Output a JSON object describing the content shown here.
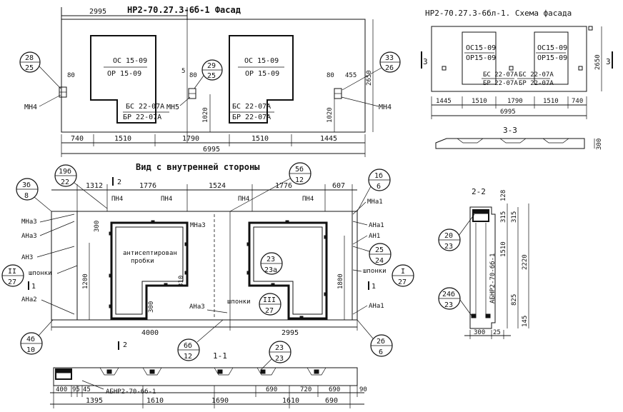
{
  "facade": {
    "title": "НР2-70.27.3-6б-1  Фасад",
    "dim_top": "2995",
    "openings": [
      {
        "label1": "ОС 15-09",
        "label2": "ОР 15-09",
        "block1": "БС 22-07А",
        "block2": "БР 22-07А"
      },
      {
        "label1": "ОС 15-09",
        "label2": "ОР 15-09",
        "block1": "БС 22-07А",
        "block2": "БР 22-07А"
      }
    ],
    "callouts": [
      {
        "num": "28",
        "den": "25"
      },
      {
        "num": "29",
        "den": "25"
      },
      {
        "num": "33",
        "den": "26"
      }
    ],
    "marks": {
      "mn4_left": "МН4",
      "mn5": "МН5",
      "mn4_right": "МН4"
    },
    "small_dims": {
      "d80a": "80",
      "d5": "5",
      "d80b": "80",
      "d80c": "80",
      "d455": "455",
      "d1020a": "1020",
      "d1020b": "1020",
      "h2650": "2650"
    },
    "dims_bottom": [
      "740",
      "1510",
      "1790",
      "1510",
      "1445"
    ],
    "dim_total": "6995"
  },
  "scheme": {
    "title": "НР2-70.27.3-6бл-1. Схема фасада",
    "openings": [
      {
        "label1": "ОС15-09",
        "label2": "ОР15-09"
      },
      {
        "label1": "ОС15-09",
        "label2": "ОР15-09"
      }
    ],
    "blocks": [
      "БС 22-07А",
      "БР 22-07А",
      "БС 22-07А",
      "БР 22-07А"
    ],
    "section_left": "3",
    "section_right": "3",
    "height": "2650",
    "dims_bottom": [
      "1445",
      "1510",
      "1790",
      "1510",
      "740"
    ],
    "dim_total": "6995",
    "section_title": "3-3",
    "section_dim": "300"
  },
  "inner": {
    "title": "Вид с внутренней стороны",
    "callouts": [
      {
        "num": "3б",
        "den": "8"
      },
      {
        "num": "19б",
        "den": "22"
      },
      {
        "num": "5б",
        "den": "12"
      },
      {
        "num": "1б",
        "den": "6"
      },
      {
        "num": "23",
        "den": "23а"
      },
      {
        "num": "25",
        "den": "24"
      },
      {
        "num": "4б",
        "den": "10"
      },
      {
        "num": "6б",
        "den": "12"
      },
      {
        "num": "2б",
        "den": "6"
      }
    ],
    "section_callouts": [
      {
        "num": "II",
        "den": "27"
      },
      {
        "num": "III",
        "den": "27"
      },
      {
        "num": "I",
        "den": "27"
      }
    ],
    "dims_top": [
      "1312",
      "1776",
      "1524",
      "1776",
      "607"
    ],
    "pn_labels": [
      "ПН4",
      "ПН4",
      "ПН4",
      "ПН4"
    ],
    "marks_left": [
      "МНа3",
      "АНа3",
      "АН3",
      "шпонки",
      "АНа2"
    ],
    "marks_right": [
      "МНа1",
      "АНа1",
      "АН1",
      "шпонки",
      "АНа1"
    ],
    "mna3": "МНа3",
    "ana3": "АНа3",
    "shponki": "шпонки",
    "note": "антисептирован\nпробки",
    "note_line1": "антисептирован",
    "note_line2": "пробки",
    "small_dims": {
      "d300": "300",
      "d300b": "300",
      "d310": "310",
      "d1200": "1200",
      "d1800": "1800"
    },
    "section_marks": {
      "s1": "1",
      "s2": "2",
      "s1r": "1",
      "s2b": "2"
    },
    "dims_bottom": [
      "4000",
      "2995"
    ]
  },
  "section22": {
    "title": "2-2",
    "label": "АБНР2-70-6б-1",
    "callouts": [
      {
        "num": "20",
        "den": "23"
      },
      {
        "num": "24б",
        "den": "23"
      }
    ],
    "dims_right": [
      "128",
      "315",
      "315",
      "1510",
      "2220",
      "825",
      "145"
    ],
    "dims_bottom": [
      "300",
      "25"
    ]
  },
  "section11": {
    "title": "1-1",
    "callout": {
      "num": "23",
      "den": "23"
    },
    "label": "АБНР2-70-6б-1",
    "dims_row1": [
      "400",
      "95",
      "45",
      "690",
      "720",
      "690",
      "90"
    ],
    "dims_row2": [
      "1395",
      "1610",
      "1690",
      "1610",
      "690"
    ]
  }
}
